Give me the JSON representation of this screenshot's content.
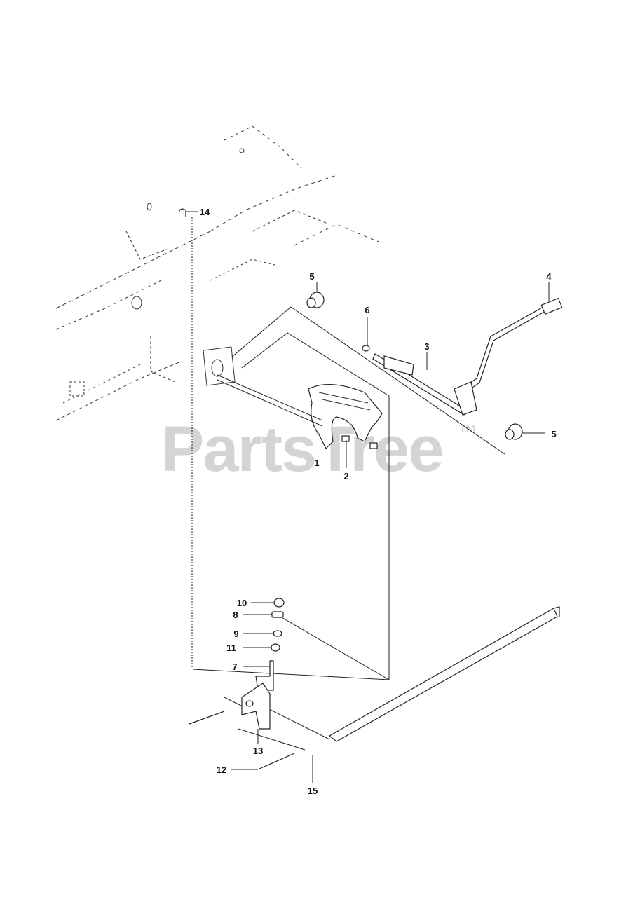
{
  "watermark": {
    "text": "PartsTree",
    "trademark": "TM"
  },
  "callouts": [
    {
      "id": "c1",
      "label": "1"
    },
    {
      "id": "c2",
      "label": "2"
    },
    {
      "id": "c3",
      "label": "3"
    },
    {
      "id": "c4",
      "label": "4"
    },
    {
      "id": "c5a",
      "label": "5"
    },
    {
      "id": "c5b",
      "label": "5"
    },
    {
      "id": "c6",
      "label": "6"
    },
    {
      "id": "c7",
      "label": "7"
    },
    {
      "id": "c8",
      "label": "8"
    },
    {
      "id": "c9",
      "label": "9"
    },
    {
      "id": "c10",
      "label": "10"
    },
    {
      "id": "c11",
      "label": "11"
    },
    {
      "id": "c12",
      "label": "12"
    },
    {
      "id": "c13",
      "label": "13"
    },
    {
      "id": "c14",
      "label": "14"
    },
    {
      "id": "c15",
      "label": "15"
    }
  ]
}
